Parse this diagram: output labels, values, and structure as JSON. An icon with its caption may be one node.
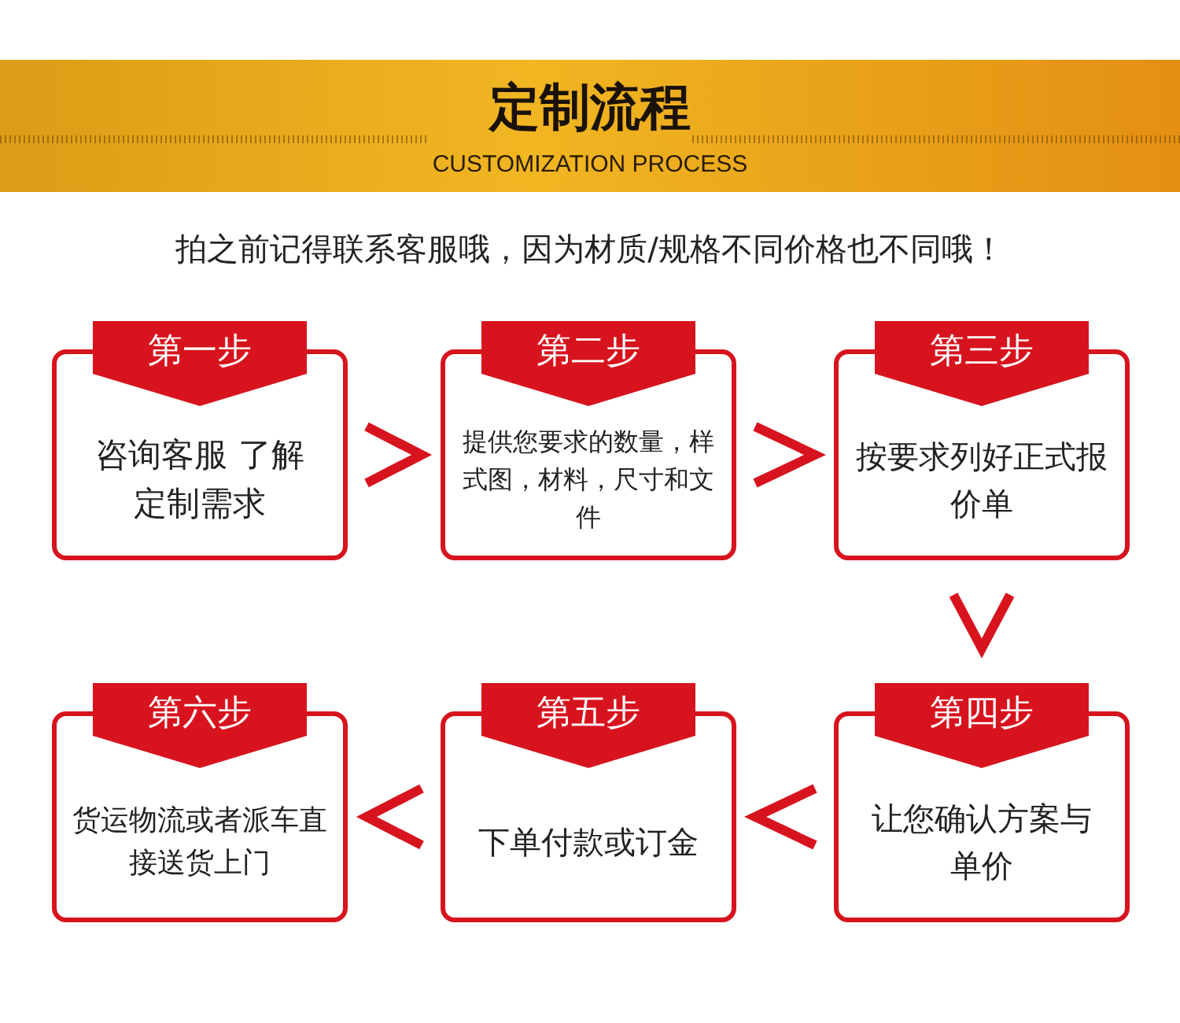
{
  "diagram": {
    "title": "定制流程",
    "nodes": [
      {
        "text": [
          "第一步",
          "咨询客服 了解定制需求"
        ]
      },
      {
        "text": [
          "第二步",
          "提供您要求的数量，样式图，材料，尺寸和文件"
        ]
      },
      {
        "text": [
          "第三步",
          "按要求列好正式报价单"
        ]
      },
      {
        "text": [
          "第四步",
          "让您确认方案与单价"
        ]
      },
      {
        "text": [
          "第五步",
          "下单付款或订金"
        ]
      },
      {
        "text": [
          "第六步",
          "货运物流或者派车直接送货上门"
        ]
      }
    ],
    "edges": [
      {
        "from": 0,
        "to": 1,
        "arrow": "to"
      },
      {
        "from": 1,
        "to": 2,
        "arrow": "to"
      },
      {
        "from": 2,
        "to": 3,
        "arrow": "to"
      },
      {
        "from": 3,
        "to": 4,
        "arrow": "to"
      },
      {
        "from": 4,
        "to": 5,
        "arrow": "to"
      }
    ],
    "labels": [
      "CUSTOMIZATION PROCESS",
      "拍之前记得联系客服哦，因为材质/规格不同价格也不同哦！"
    ]
  }
}
